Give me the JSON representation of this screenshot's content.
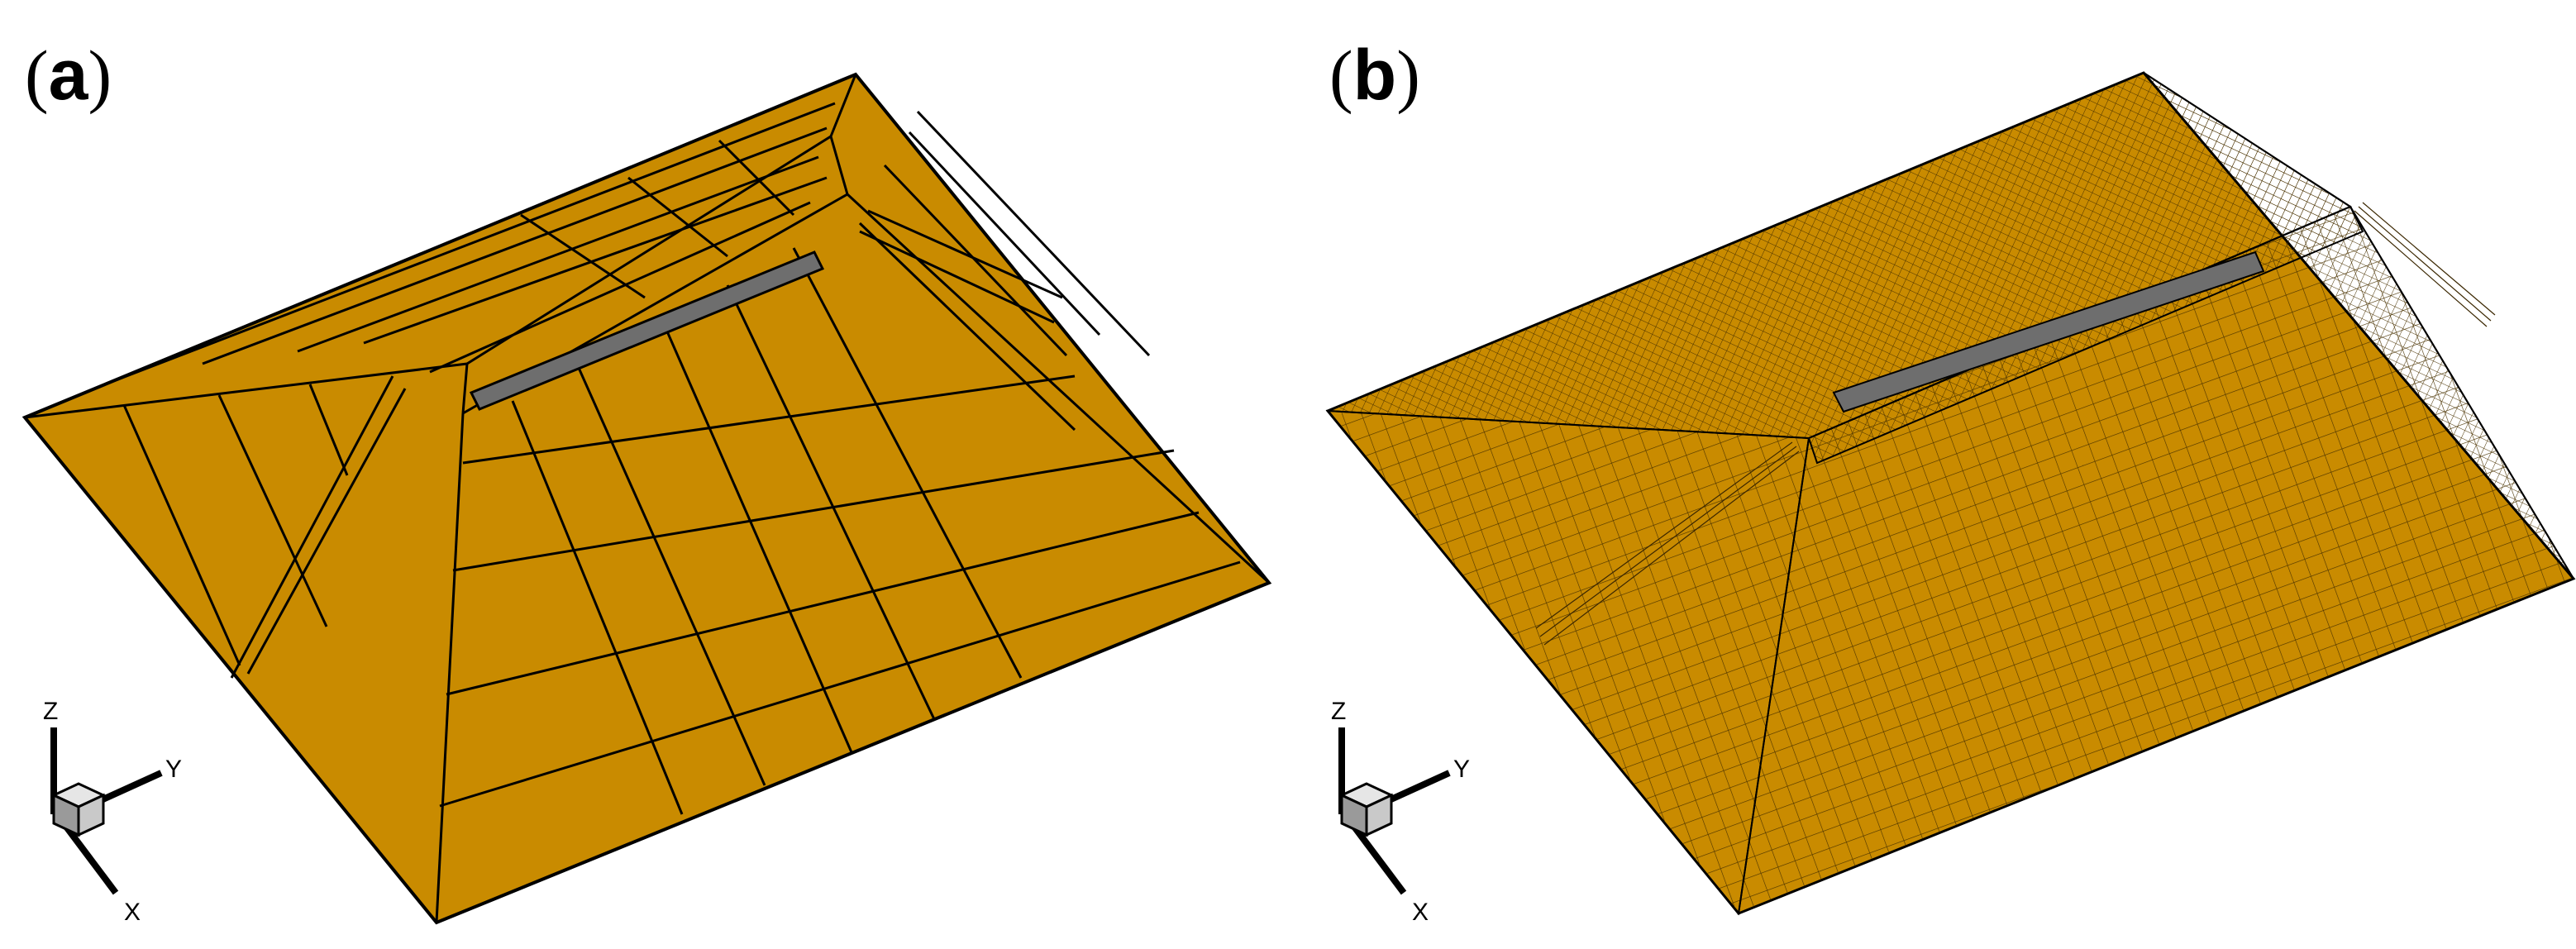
{
  "panels": [
    {
      "label": "a"
    },
    {
      "label": "b"
    }
  ],
  "axes": {
    "x": "X",
    "y": "Y",
    "z": "Z"
  },
  "colors": {
    "surface": "#c98b00",
    "edge": "#000000",
    "strip": "#6e6e6e",
    "triad_cube_top": "#e6e6e6",
    "triad_cube_side": "#9a9a9a"
  }
}
